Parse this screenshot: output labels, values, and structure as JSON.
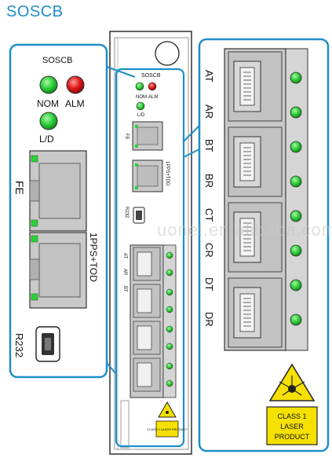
{
  "title": "SOSCB",
  "watermark": "uonel.en.alibaba.com",
  "left_panel": {
    "board_name": "SOSCB",
    "led_nom": "NOM",
    "led_alm": "ALM",
    "led_ld": "L/D",
    "port_fe": "FE",
    "port_1pps": "1PPS+TOD",
    "port_r232": "R232"
  },
  "center_panel": {
    "board_name": "SOSCB",
    "led_nom": "NOM",
    "led_alm": "ALM",
    "led_ld": "L/D",
    "port_fe": "FE",
    "port_1pps": "1PPS+TOD",
    "port_r232": "R232",
    "port_at": "AT",
    "port_ar": "AR",
    "port_bt": "BT",
    "laser_text": "CLASS 1 LASER PRODUCT"
  },
  "right_panel": {
    "ports": [
      "AT",
      "AR",
      "BT",
      "BR",
      "CT",
      "CR",
      "DT",
      "DR"
    ],
    "laser_line1": "CLASS 1",
    "laser_line2": "LASER",
    "laser_line3": "PRODUCT"
  },
  "colors": {
    "title": "#1e8ec8",
    "panel_border": "#1e8ec8",
    "led_green": "#2fcf3a",
    "led_red": "#e01818",
    "port_gray": "#c9c9c9",
    "laser_yellow": "#f5e000"
  }
}
